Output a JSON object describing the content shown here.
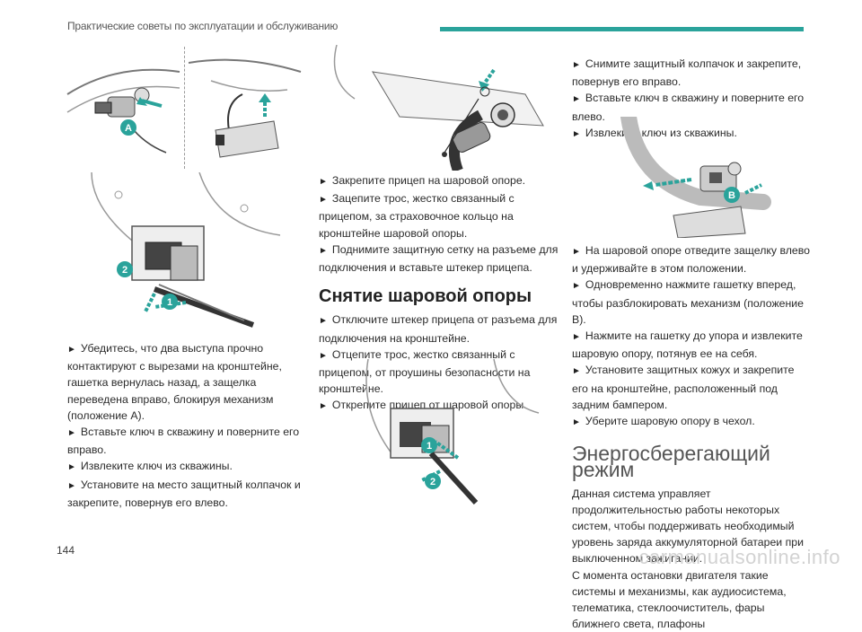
{
  "header": {
    "title": "Практические советы по эксплуатации и обслуживанию",
    "accent_color": "#2aa39b"
  },
  "page_number": "144",
  "col1": {
    "figure_label_a": "A",
    "figure_label_1": "1",
    "figure_label_2": "2",
    "bullets": [
      "Убедитесь, что два выступа прочно контактируют с вырезами на кронштейне, гашетка вернулась назад, а защелка переведена вправо, блокируя механизм (положение A).",
      "Вставьте ключ в скважину и поверните его вправо.",
      "Извлеките ключ из скважины.",
      "Установите на место защитный колпачок и закрепите, повернув его влево."
    ]
  },
  "col2": {
    "bullets_top": [
      "Закрепите прицеп на шаровой опоре.",
      "Зацепите трос, жестко связанный с прицепом, за страховочное кольцо на кронштейне шаровой опоры.",
      "Поднимите защитную сетку на разъеме для подключения и вставьте штекер прицепа."
    ],
    "section_title": "Снятие шаровой опоры",
    "bullets_bottom": [
      "Отключите штекер прицепа от разъема для подключения на кронштейне.",
      "Отцепите трос, жестко связанный с прицепом, от проушины безопасности на кронштейне.",
      "Открепите прицеп от шаровой опоры."
    ],
    "figure_label_1": "1",
    "figure_label_2": "2"
  },
  "col3": {
    "bullets_top": [
      "Снимите защитный колпачок и закрепите, повернув его вправо.",
      "Вставьте ключ в скважину и поверните его влево.",
      "Извлеките ключ из скважины."
    ],
    "figure_label_b": "B",
    "bullets_mid": [
      "На шаровой опоре отведите защелку влево и удерживайте в этом положении.",
      "Одновременно нажмите гашетку вперед, чтобы разблокировать механизм (положение B).",
      "Нажмите на гашетку до упора и извлеките шаровую опору, потянув ее на себя.",
      "Установите защитных кожух и закрепите его на кронштейне, расположенный под задним бампером.",
      "Уберите шаровую опору в чехол."
    ],
    "section_title": "Энергосберегающий режим",
    "paragraphs": [
      "Данная система управляет продолжительностью работы некоторых систем, чтобы поддерживать необходимый уровень заряда аккумуляторной батареи при выключенном зажигании.",
      "С момента остановки двигателя такие системы и механизмы, как аудиосистема, телематика, стеклоочиститель, фары ближнего света, плафоны"
    ]
  },
  "watermark": "carmanualsonline.info"
}
